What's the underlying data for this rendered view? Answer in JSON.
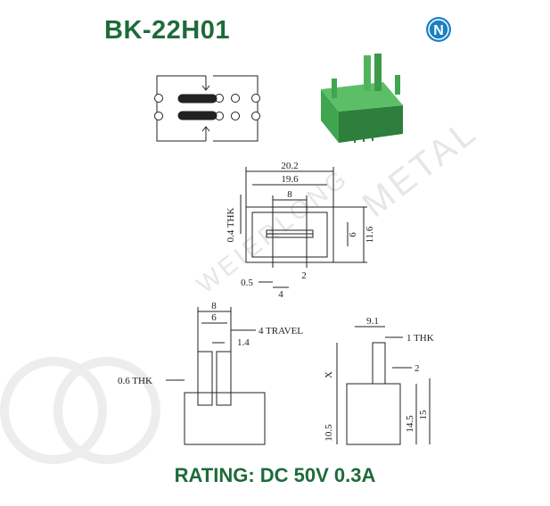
{
  "title": "BK-22H01",
  "rating": "RATING: DC 50V 0.3A",
  "colors": {
    "title": "#1e6b3a",
    "rating": "#1e6b3a",
    "part_green": "#3fa64f",
    "part_green_dark": "#2d7f3b",
    "logo_blue": "#1b7fc4",
    "line": "#222222",
    "watermark": "#e6e6e6"
  },
  "logo": {
    "letter": "N"
  },
  "watermark": {
    "latin": "METAL",
    "latin2": "WEIERLONG"
  },
  "top_view": {
    "dims": {
      "overall": "20.2",
      "inner": "19.6",
      "pitch": "8",
      "thickness": "0.4 THK",
      "slot": "6",
      "height": "11.6",
      "pin": "2",
      "edge": "0.5",
      "spacing": "4"
    }
  },
  "front_view": {
    "dims": {
      "outer": "8",
      "inner": "6",
      "travel": "4 TRAVEL",
      "actuator": "1.4",
      "thickness": "0.6 THK"
    }
  },
  "side_view": {
    "dims": {
      "width": "9.1",
      "thickness": "1 THK",
      "variable": "X",
      "pin": "2",
      "body": "10.5",
      "pin_height": "14.5",
      "total": "15"
    }
  }
}
